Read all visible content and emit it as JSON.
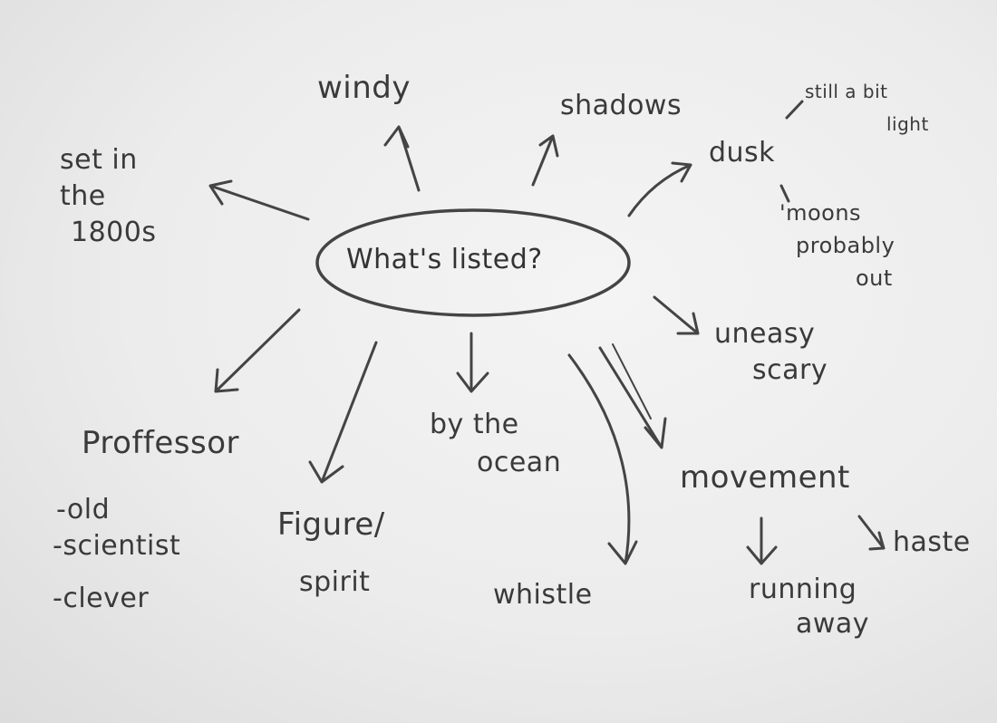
{
  "center": {
    "label": "What's listed?"
  },
  "nodes": {
    "windy": "windy",
    "set_in_1800s": [
      "set in",
      "the",
      "1800s"
    ],
    "shadows": "shadows",
    "dusk": "dusk",
    "still_light": [
      "still a bit",
      "light"
    ],
    "moons_out": [
      "'moons",
      "probably",
      "out"
    ],
    "uneasy_scary": [
      "uneasy",
      "scary"
    ],
    "by_the_ocean": [
      "by the",
      "ocean"
    ],
    "professor": {
      "title": "Proffessor",
      "traits": [
        "-old",
        "-scientist",
        "-clever"
      ]
    },
    "figure_spirit": [
      "Figure/",
      "spirit"
    ],
    "whistle": "whistle",
    "movement": "movement",
    "running_away": [
      "running",
      "away"
    ],
    "haste": "haste"
  },
  "colors": {
    "ink": "#3a3a3a",
    "paper": "#ededed"
  }
}
